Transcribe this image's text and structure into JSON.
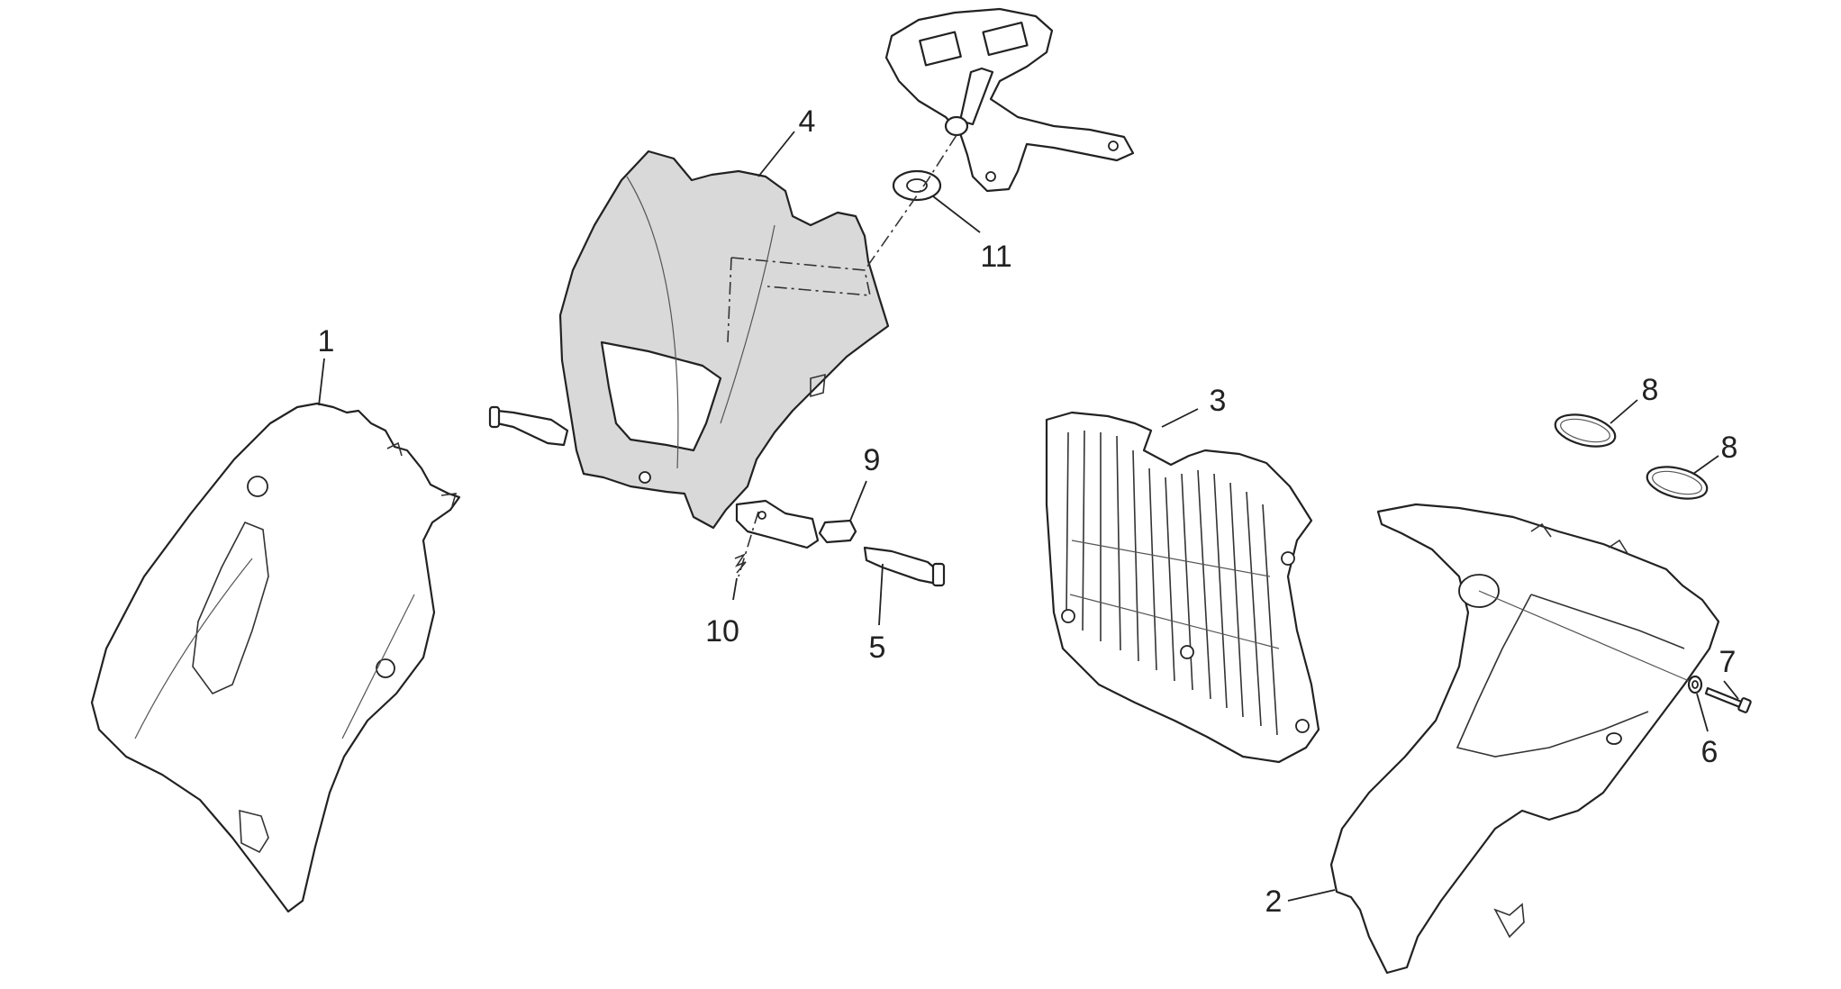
{
  "labels": {
    "p1": "1",
    "p2": "2",
    "p3": "3",
    "p4": "4",
    "p5": "5",
    "p6": "6",
    "p7": "7",
    "p8a": "8",
    "p8b": "8",
    "p9": "9",
    "p10": "10",
    "p11": "11"
  },
  "colors": {
    "background": "#ffffff",
    "line": "#222222",
    "headlight_fairing_fill": "#d9d9d9"
  }
}
